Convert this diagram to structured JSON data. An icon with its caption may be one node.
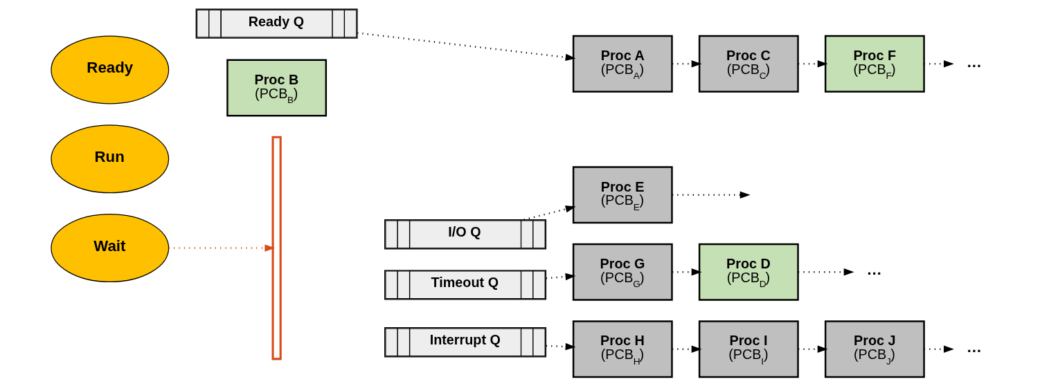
{
  "diagram": {
    "nodes": [
      {
        "text": [
          "Ready"
        ]
      },
      {
        "text": [
          "Ready Q"
        ]
      },
      {
        "text": [
          "Proc A",
          "(PCB$_{A}$)"
        ]
      },
      {
        "text": [
          "Proc C",
          "(PCB$_{C}$)"
        ]
      },
      {
        "text": [
          "Proc F",
          "(PCB$_{F}$)"
        ]
      },
      {
        "text": [
          "…"
        ]
      },
      {
        "text": [
          "Run"
        ]
      },
      {
        "text": [
          "Proc B",
          "(PCB$_{B}$)"
        ]
      },
      {
        "text": [
          "I/O Q"
        ]
      },
      {
        "text": [
          "Proc E",
          "(PCB$_{E}$)"
        ]
      },
      {
        "text": [
          "Timeout Q"
        ]
      },
      {
        "text": [
          "Proc G",
          "(PCB$_{G}$)"
        ]
      },
      {
        "text": [
          "Proc D",
          "(PCB$_{D}$)"
        ]
      },
      {
        "text": [
          "…"
        ]
      },
      {
        "text": [
          "Wait"
        ]
      },
      {
        "text": [],
        "shape": "bracket"
      },
      {
        "text": [
          "Interrupt Q"
        ]
      },
      {
        "text": [
          "Proc H",
          "(PCB$_{H}$)"
        ]
      },
      {
        "text": [
          "Proc I",
          "(PCB$_{I}$)"
        ]
      },
      {
        "text": [
          "Proc J",
          "(PCB$_{J}$)"
        ]
      },
      {
        "text": [
          "…"
        ]
      }
    ],
    "edges": [
      {
        "from": 1,
        "to": 2,
        "arrow": "to"
      },
      {
        "from": 2,
        "to": 3,
        "arrow": "to"
      },
      {
        "from": 3,
        "to": 4,
        "arrow": "to"
      },
      {
        "from": 4,
        "to": 5,
        "arrow": "to"
      },
      {
        "from": 8,
        "to": 9,
        "arrow": "to"
      },
      {
        "from": 9,
        "to": null,
        "arrow": "to"
      },
      {
        "from": 10,
        "to": 11,
        "arrow": "to"
      },
      {
        "from": 11,
        "to": 12,
        "arrow": "to"
      },
      {
        "from": 12,
        "to": 13,
        "arrow": "to"
      },
      {
        "from": 14,
        "to": 15,
        "arrow": "to",
        "color": "#d84b16"
      },
      {
        "from": 16,
        "to": 17,
        "arrow": "to"
      },
      {
        "from": 17,
        "to": 18,
        "arrow": "to"
      },
      {
        "from": 18,
        "to": 19,
        "arrow": "to"
      },
      {
        "from": 19,
        "to": 20,
        "arrow": "to"
      }
    ]
  }
}
